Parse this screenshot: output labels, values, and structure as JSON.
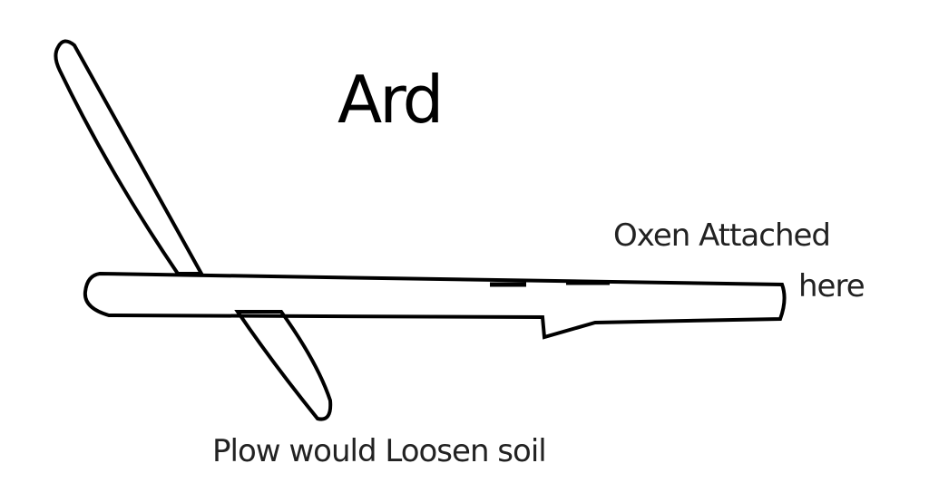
{
  "title": "Ard",
  "labels": {
    "oxen_line1": "Oxen Attached",
    "oxen_line2": "here",
    "plow": "Plow would Loosen soil"
  }
}
